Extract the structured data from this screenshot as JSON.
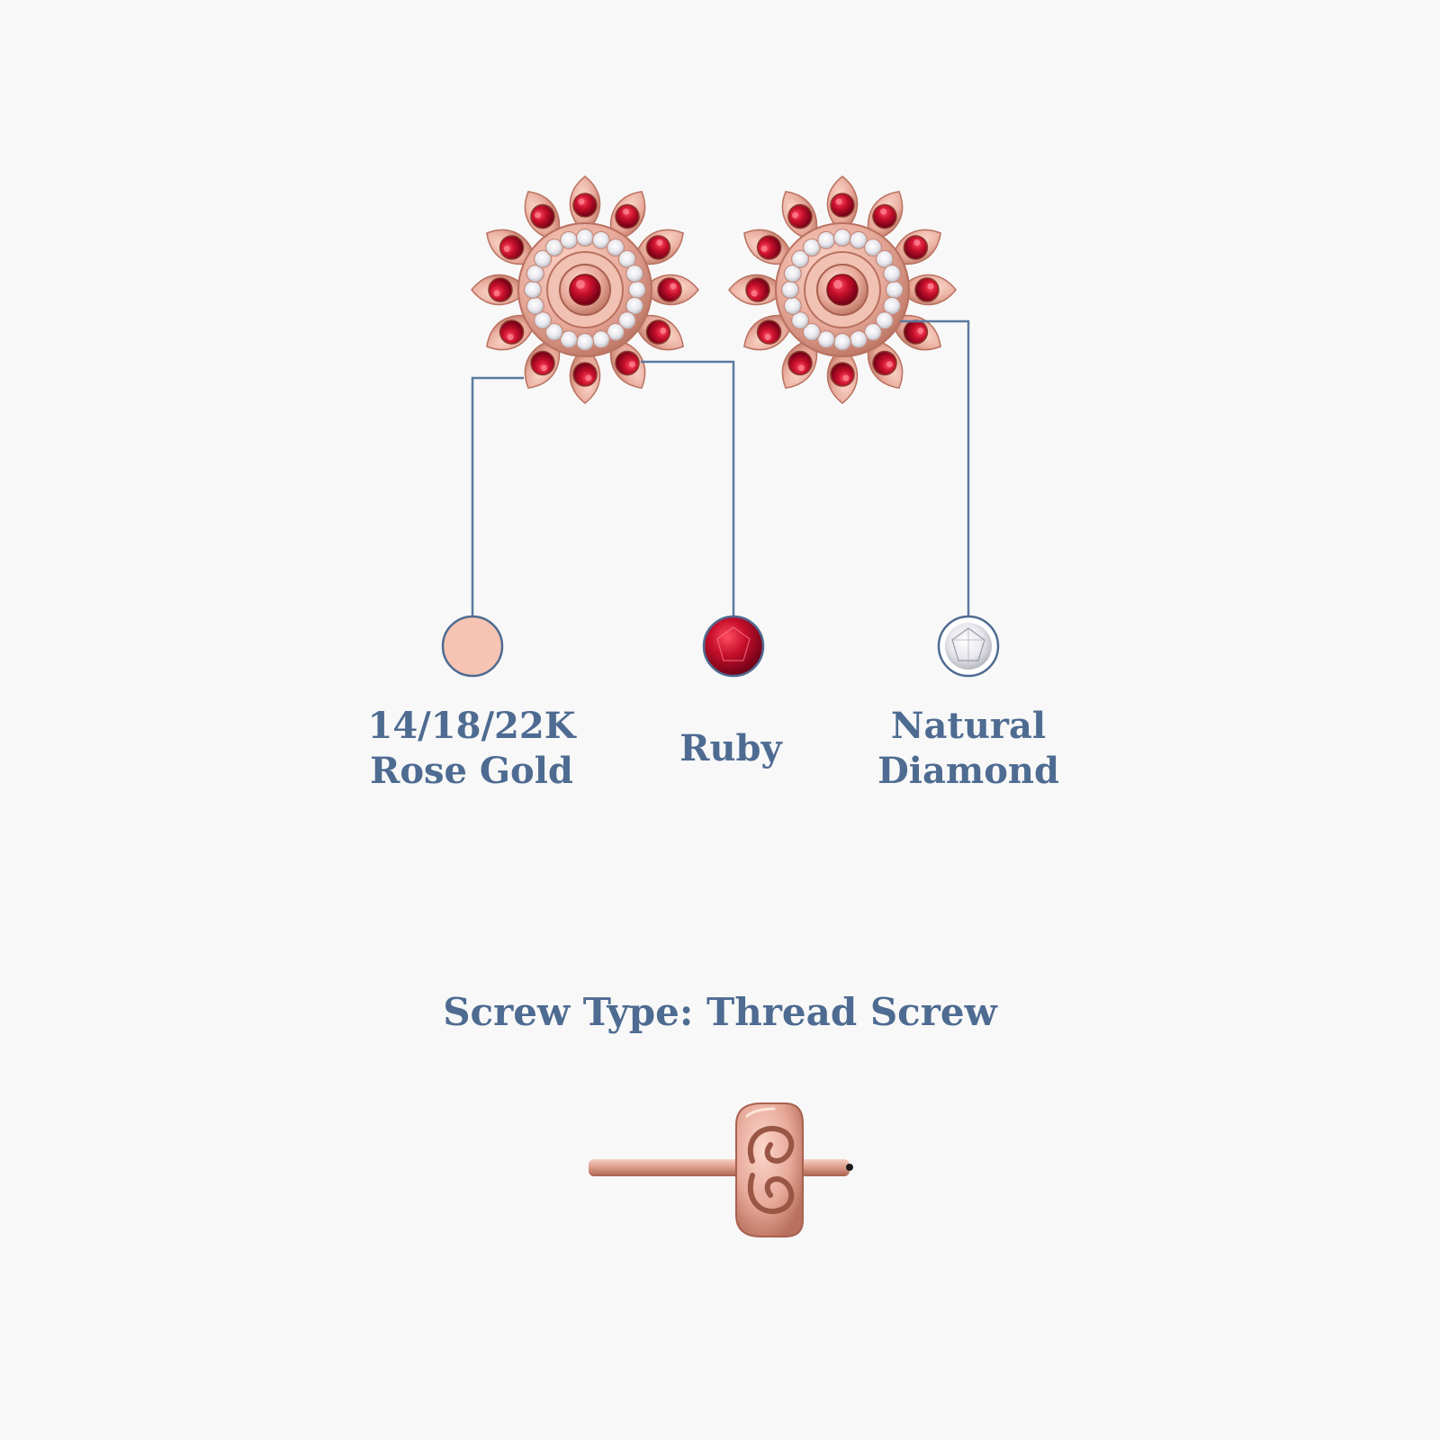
{
  "materials": {
    "gold": {
      "line1": "14/18/22K",
      "line2": "Rose Gold",
      "swatch_color": "#f7c4b3"
    },
    "ruby": {
      "label": "Ruby",
      "swatch_color": "#b5102a"
    },
    "diamond": {
      "line1": "Natural",
      "line2": "Diamond",
      "swatch_color": "#ffffff"
    }
  },
  "screw": {
    "label": "Screw Type: Thread Screw"
  },
  "colors": {
    "text": "#4e6b91",
    "leader_line": "#5b7aa0",
    "metal": "#e7a99a",
    "metal_dark": "#b9715f",
    "ruby": "#b5102a",
    "diamond": "#f4f4f6",
    "background": "#f8f8f8"
  },
  "icons": [
    "earring-stud-icon",
    "screw-back-icon"
  ]
}
